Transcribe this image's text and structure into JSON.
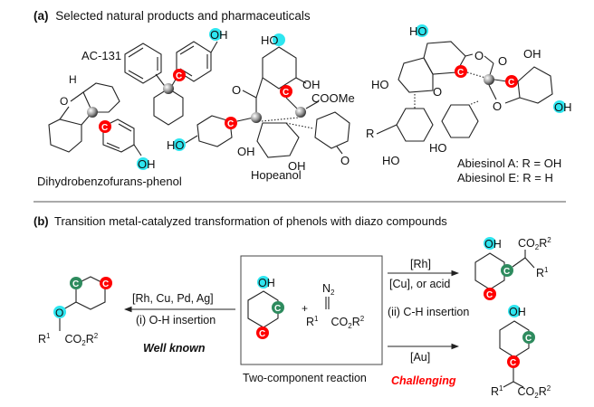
{
  "panel_a": {
    "heading_label": "(a)",
    "heading_text": "Selected natural products and pharmaceuticals",
    "compounds": [
      {
        "name": "AC-131"
      },
      {
        "name": "Dihydrobenzofurans-phenol"
      },
      {
        "name": "Hopeanol",
        "substituents": [
          "OH",
          "OH",
          "HO",
          "HO",
          "OH",
          "O",
          "COOMe",
          "O"
        ]
      },
      {
        "name": "Abiesinol",
        "variants": [
          "Abiesinol A: R = OH",
          "Abiesinol E: R = H"
        ],
        "substituents": [
          "HO",
          "OH",
          "OH",
          "HO",
          "R",
          "HO",
          "HO",
          "O",
          "O",
          "O",
          "O"
        ]
      }
    ],
    "atom_labels": {
      "oh": "OH",
      "ho": "HO",
      "c": "C",
      "h": "H",
      "o": "O"
    }
  },
  "panel_b": {
    "heading_label": "(b)",
    "heading_text": "Transition metal-catalyzed transformation of  phenols with diazo compounds",
    "left_arrow": {
      "top": "[Rh, Cu, Pd, Ag]",
      "bottom": "(i) O-H insertion",
      "note": "Well known"
    },
    "center": {
      "caption": "Two-component reaction",
      "plus": "+",
      "diazo_n2": "N",
      "diazo_n2_sub": "2"
    },
    "right_top_arrow": {
      "top": "[Rh]",
      "bottom": "[Cu], or acid"
    },
    "right_middle_label": "(ii) C-H insertion",
    "right_bottom_arrow": {
      "bottom": "[Au]"
    },
    "challenging": "Challenging",
    "groups": {
      "r": "R",
      "r1_sup": "1",
      "r2_sup": "2",
      "co": "CO",
      "co_sub": "2"
    }
  },
  "colors": {
    "oxygen_highlight": "#2ee6f0",
    "c_para": "#ff0000",
    "c_ortho": "#2e8b5e",
    "challenging": "#ff0000"
  }
}
